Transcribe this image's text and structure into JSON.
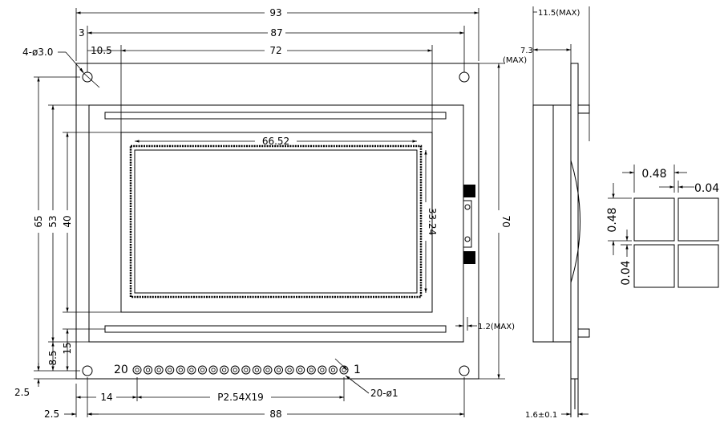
{
  "front_view": {
    "top_width": "93",
    "edge_offset": "3",
    "hole_span": "87",
    "left_offset": "10.5",
    "viewing_width": "72",
    "hole_callout": "4-ø3.0",
    "active_width": "66.52",
    "active_height": "33.24",
    "height_65": "65",
    "height_53": "53",
    "height_40": "40",
    "dim_15": "15",
    "dim_8_5": "8.5",
    "dim_2_5_left": "2.5",
    "dim_14": "14",
    "pitch": "P2.54X19",
    "pin_callout": "20-ø1",
    "pin_first": "20",
    "pin_last": "1",
    "bottom_offset": "2.5",
    "bottom_span": "88",
    "total_height": "70",
    "backlight_gap": "1.2(MAX)"
  },
  "side_view": {
    "thickness": "11.5(MAX)",
    "pcb_top": "7.3",
    "pcb_top_max": "(MAX)",
    "pcb_thickness": "1.6±0.1"
  },
  "dot_detail": {
    "dot_width": "0.48",
    "dot_gap_h": "0.04",
    "dot_height": "0.48",
    "dot_gap_v": "0.04"
  }
}
